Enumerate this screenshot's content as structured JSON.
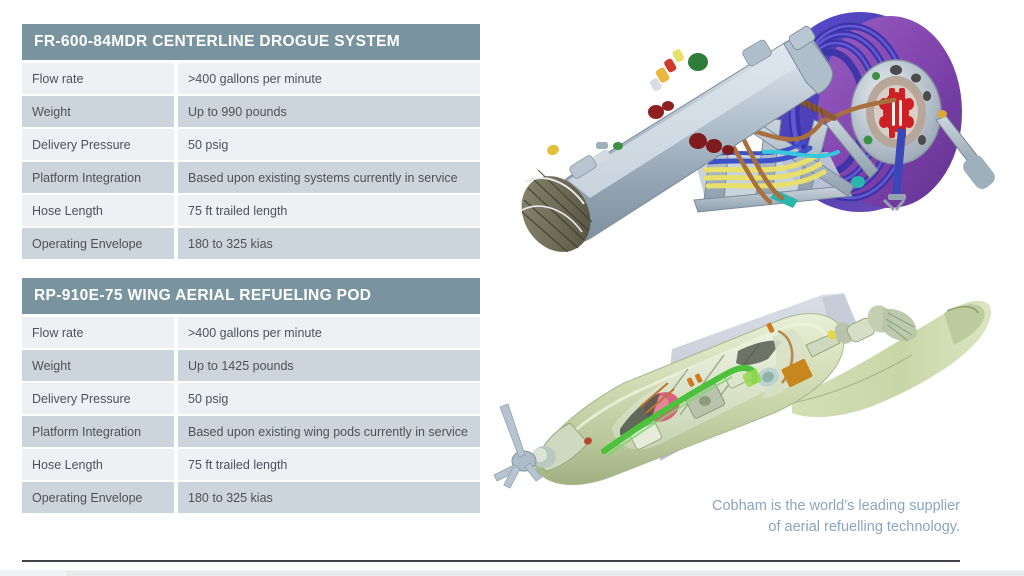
{
  "tables": [
    {
      "id": "drogue",
      "title": "FR-600-84MDR CENTERLINE DROGUE SYSTEM",
      "rows": [
        {
          "label": "Flow rate",
          "value": ">400 gallons per minute"
        },
        {
          "label": "Weight",
          "value": "Up to 990 pounds"
        },
        {
          "label": "Delivery Pressure",
          "value": "50 psig"
        },
        {
          "label": "Platform Integration",
          "value": "Based upon existing systems currently in service"
        },
        {
          "label": "Hose Length",
          "value": "75 ft trailed length"
        },
        {
          "label": "Operating Envelope",
          "value": "180 to 325 kias"
        }
      ]
    },
    {
      "id": "pod",
      "title": "RP-910E-75 WING AERIAL REFUELING POD",
      "rows": [
        {
          "label": "Flow rate",
          "value": ">400 gallons per minute"
        },
        {
          "label": "Weight",
          "value": "Up to 1425 pounds"
        },
        {
          "label": "Delivery Pressure",
          "value": "50 psig"
        },
        {
          "label": "Platform Integration",
          "value": "Based upon existing wing pods currently in service"
        },
        {
          "label": "Hose Length",
          "value": "75 ft trailed length"
        },
        {
          "label": "Operating Envelope",
          "value": "180 to 325 kias"
        }
      ]
    }
  ],
  "illustrations": {
    "drogue": {
      "name": "centerline-drogue-system-render",
      "alt": "Cutaway CAD render of centerline drogue refueling system with hose drum and drogue basket"
    },
    "pod": {
      "name": "wing-refueling-pod-render",
      "alt": "Cutaway CAD render of wing aerial refueling pod with ram air turbine"
    }
  },
  "tagline": {
    "line1": "Cobham is the world’s leading supplier",
    "line2": "of aerial refuelling technology."
  },
  "colors": {
    "header_bg": "#7a949f",
    "row_light": "#eef1f4",
    "row_dark": "#ccd5dc",
    "text": "#4d5258",
    "tagline": "#8ba5bd",
    "rule": "#3f4246"
  }
}
